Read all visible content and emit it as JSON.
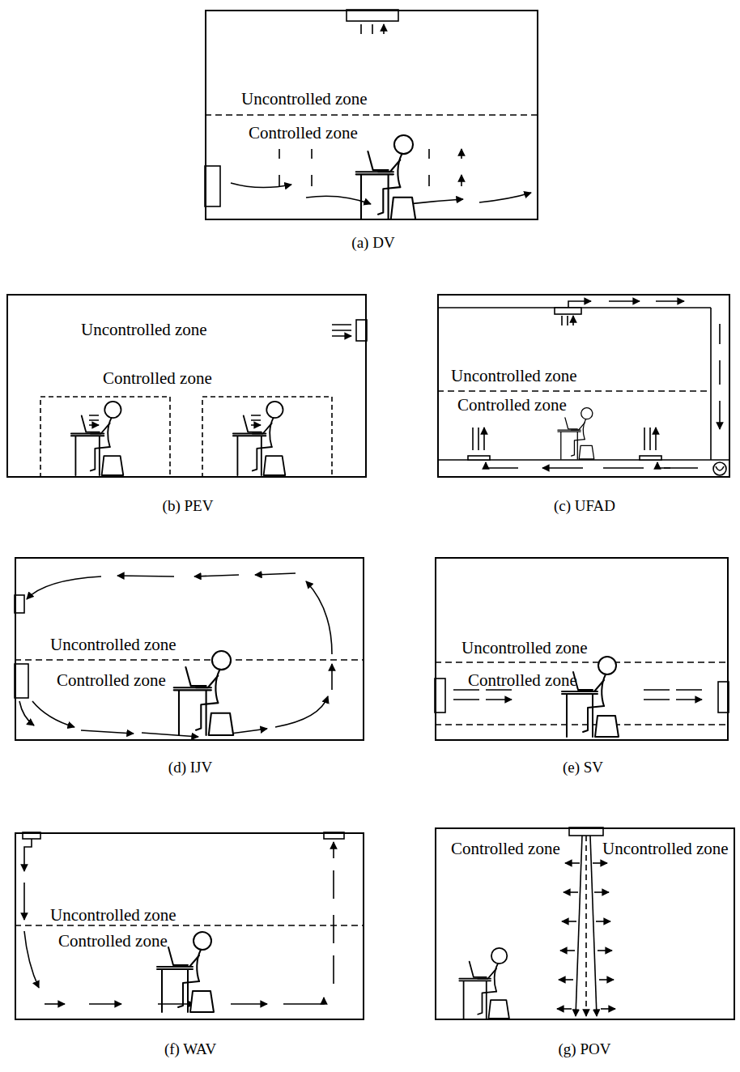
{
  "diagram": {
    "nodes": [
      {
        "text": [
          "Uncontrolled zone",
          "Controlled zone",
          "(a) DV"
        ]
      },
      {
        "text": [
          "Uncontrolled zone",
          "Controlled zone",
          "(b) PEV"
        ]
      },
      {
        "text": [
          "Uncontrolled zone",
          "Controlled zone",
          "(c) UFAD"
        ]
      },
      {
        "text": [
          "Uncontrolled zone",
          "Controlled zone",
          "(d) IJV"
        ]
      },
      {
        "text": [
          "Uncontrolled zone",
          "Controlled zone",
          "(e) SV"
        ]
      },
      {
        "text": [
          "Uncontrolled zone",
          "Controlled zone",
          "(f) WAV"
        ]
      },
      {
        "text": [
          "Controlled zone",
          "Uncontrolled zone",
          "(g) POV"
        ]
      }
    ]
  }
}
